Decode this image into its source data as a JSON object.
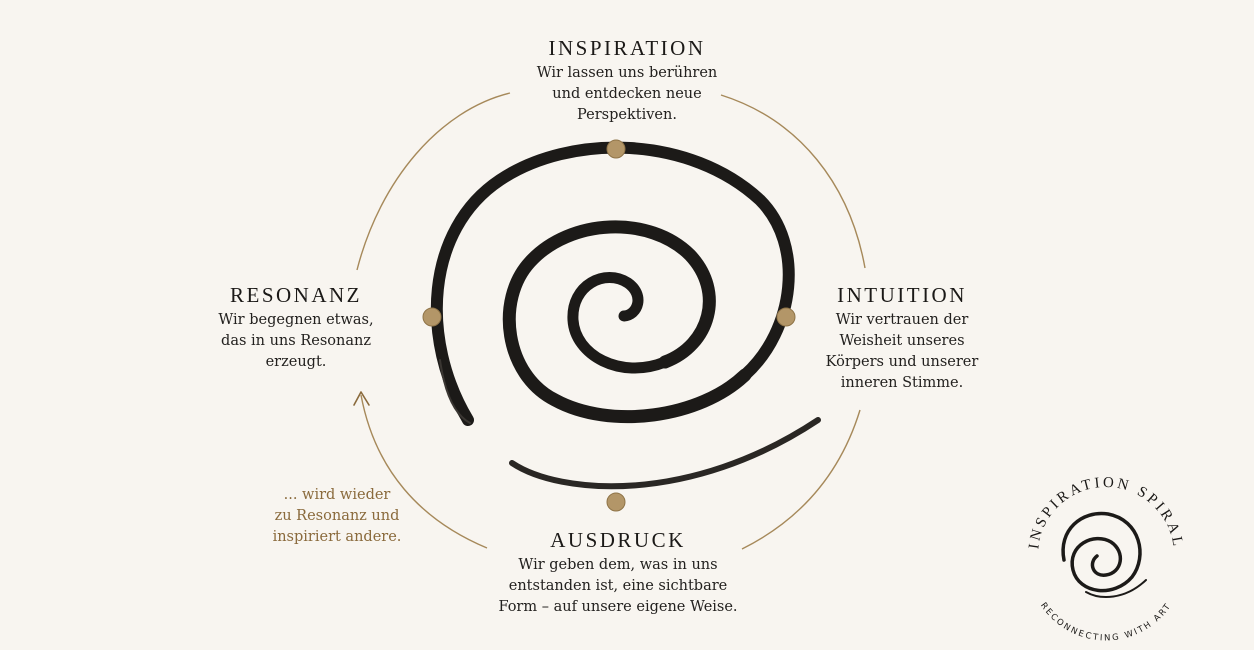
{
  "colors": {
    "background": "#f8f5f0",
    "ink": "#1e1c1a",
    "accent_gold": "#a6895a",
    "accent_brown": "#8a6a3c"
  },
  "stages": {
    "inspiration": {
      "title": "INSPIRATION",
      "text": "Wir lassen uns berühren\nund entdecken neue\nPerspektiven."
    },
    "intuition": {
      "title": "INTUITION",
      "text": "Wir vertrauen der\nWeisheit unseres\nKörpers und unserer\ninneren Stimme."
    },
    "ausdruck": {
      "title": "AUSDRUCK",
      "text": "Wir geben dem, was in uns\nentstanden ist, eine sichtbare\nForm – auf unsere eigene Weise."
    },
    "resonanz": {
      "title": "RESONANZ",
      "text": "Wir begegnen etwas,\ndas in uns Resonanz\nerzeugt."
    }
  },
  "cycle_note": "... wird wieder\nzu Resonanz und\ninspiriert andere.",
  "logo": {
    "title": "INSPIRATION SPIRAL",
    "tagline": "RECONNECTING WITH ART"
  },
  "icons": {
    "spiral": "brush-spiral-icon",
    "stage_marker": "gold-dot-icon",
    "cycle_arrow": "arrow-up-icon"
  }
}
